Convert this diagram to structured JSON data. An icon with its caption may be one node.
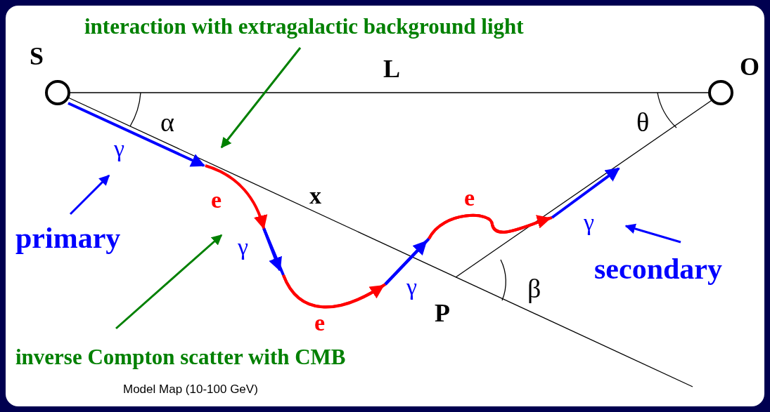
{
  "diagram": {
    "caption": "Model Map (10-100 GeV)",
    "nodes": [
      {
        "text": [],
        "shape": "circle",
        "beside": [
          "S"
        ]
      },
      {
        "text": [],
        "shape": "circle",
        "beside": [
          "O"
        ]
      },
      {
        "text": [
          "interaction with extragalactic background light"
        ]
      },
      {
        "text": [
          "inverse Compton scatter with CMB"
        ]
      },
      {
        "text": [
          "primary"
        ]
      },
      {
        "text": [
          "secondary"
        ]
      }
    ],
    "edges": [
      {
        "from": 0,
        "to": 1,
        "arrow": "none",
        "label": "L",
        "color": "#000000"
      },
      {
        "from": 2,
        "to": null,
        "arrow": "to",
        "color": "#008000"
      },
      {
        "from": 3,
        "to": null,
        "arrow": "to",
        "color": "#008000"
      },
      {
        "from": 4,
        "to": null,
        "arrow": "to",
        "color": "#0000ff"
      },
      {
        "from": 5,
        "to": null,
        "arrow": "to",
        "color": "#0000ff"
      }
    ],
    "labels": [
      "α",
      "γ",
      "e",
      "x",
      "θ",
      "γ",
      "e",
      "γ",
      "e",
      "γ",
      "β",
      "P"
    ]
  }
}
